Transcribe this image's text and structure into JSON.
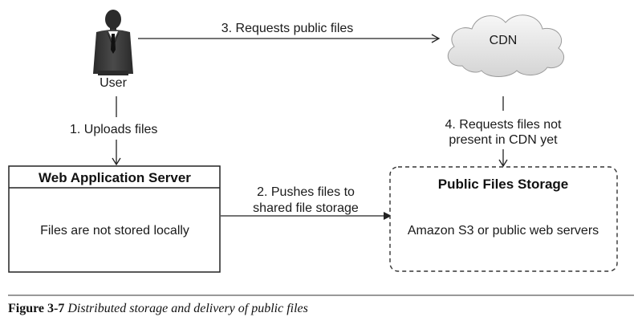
{
  "nodes": {
    "user": {
      "label": "User"
    },
    "cdn": {
      "label": "CDN"
    },
    "web_server": {
      "title": "Web Application Server",
      "body": "Files are not stored locally"
    },
    "storage": {
      "title": "Public Files Storage",
      "body": "Amazon S3 or public web servers"
    }
  },
  "edges": {
    "uploads": {
      "label": "1. Uploads files"
    },
    "pushes": {
      "line1": "2. Pushes files to",
      "line2": "shared file storage"
    },
    "requests_public": {
      "label": "3. Requests public files"
    },
    "requests_missing": {
      "line1": "4. Requests files not",
      "line2": "present in CDN yet"
    }
  },
  "caption": {
    "number": "Figure 3-7",
    "text": "Distributed storage and delivery of public files"
  }
}
